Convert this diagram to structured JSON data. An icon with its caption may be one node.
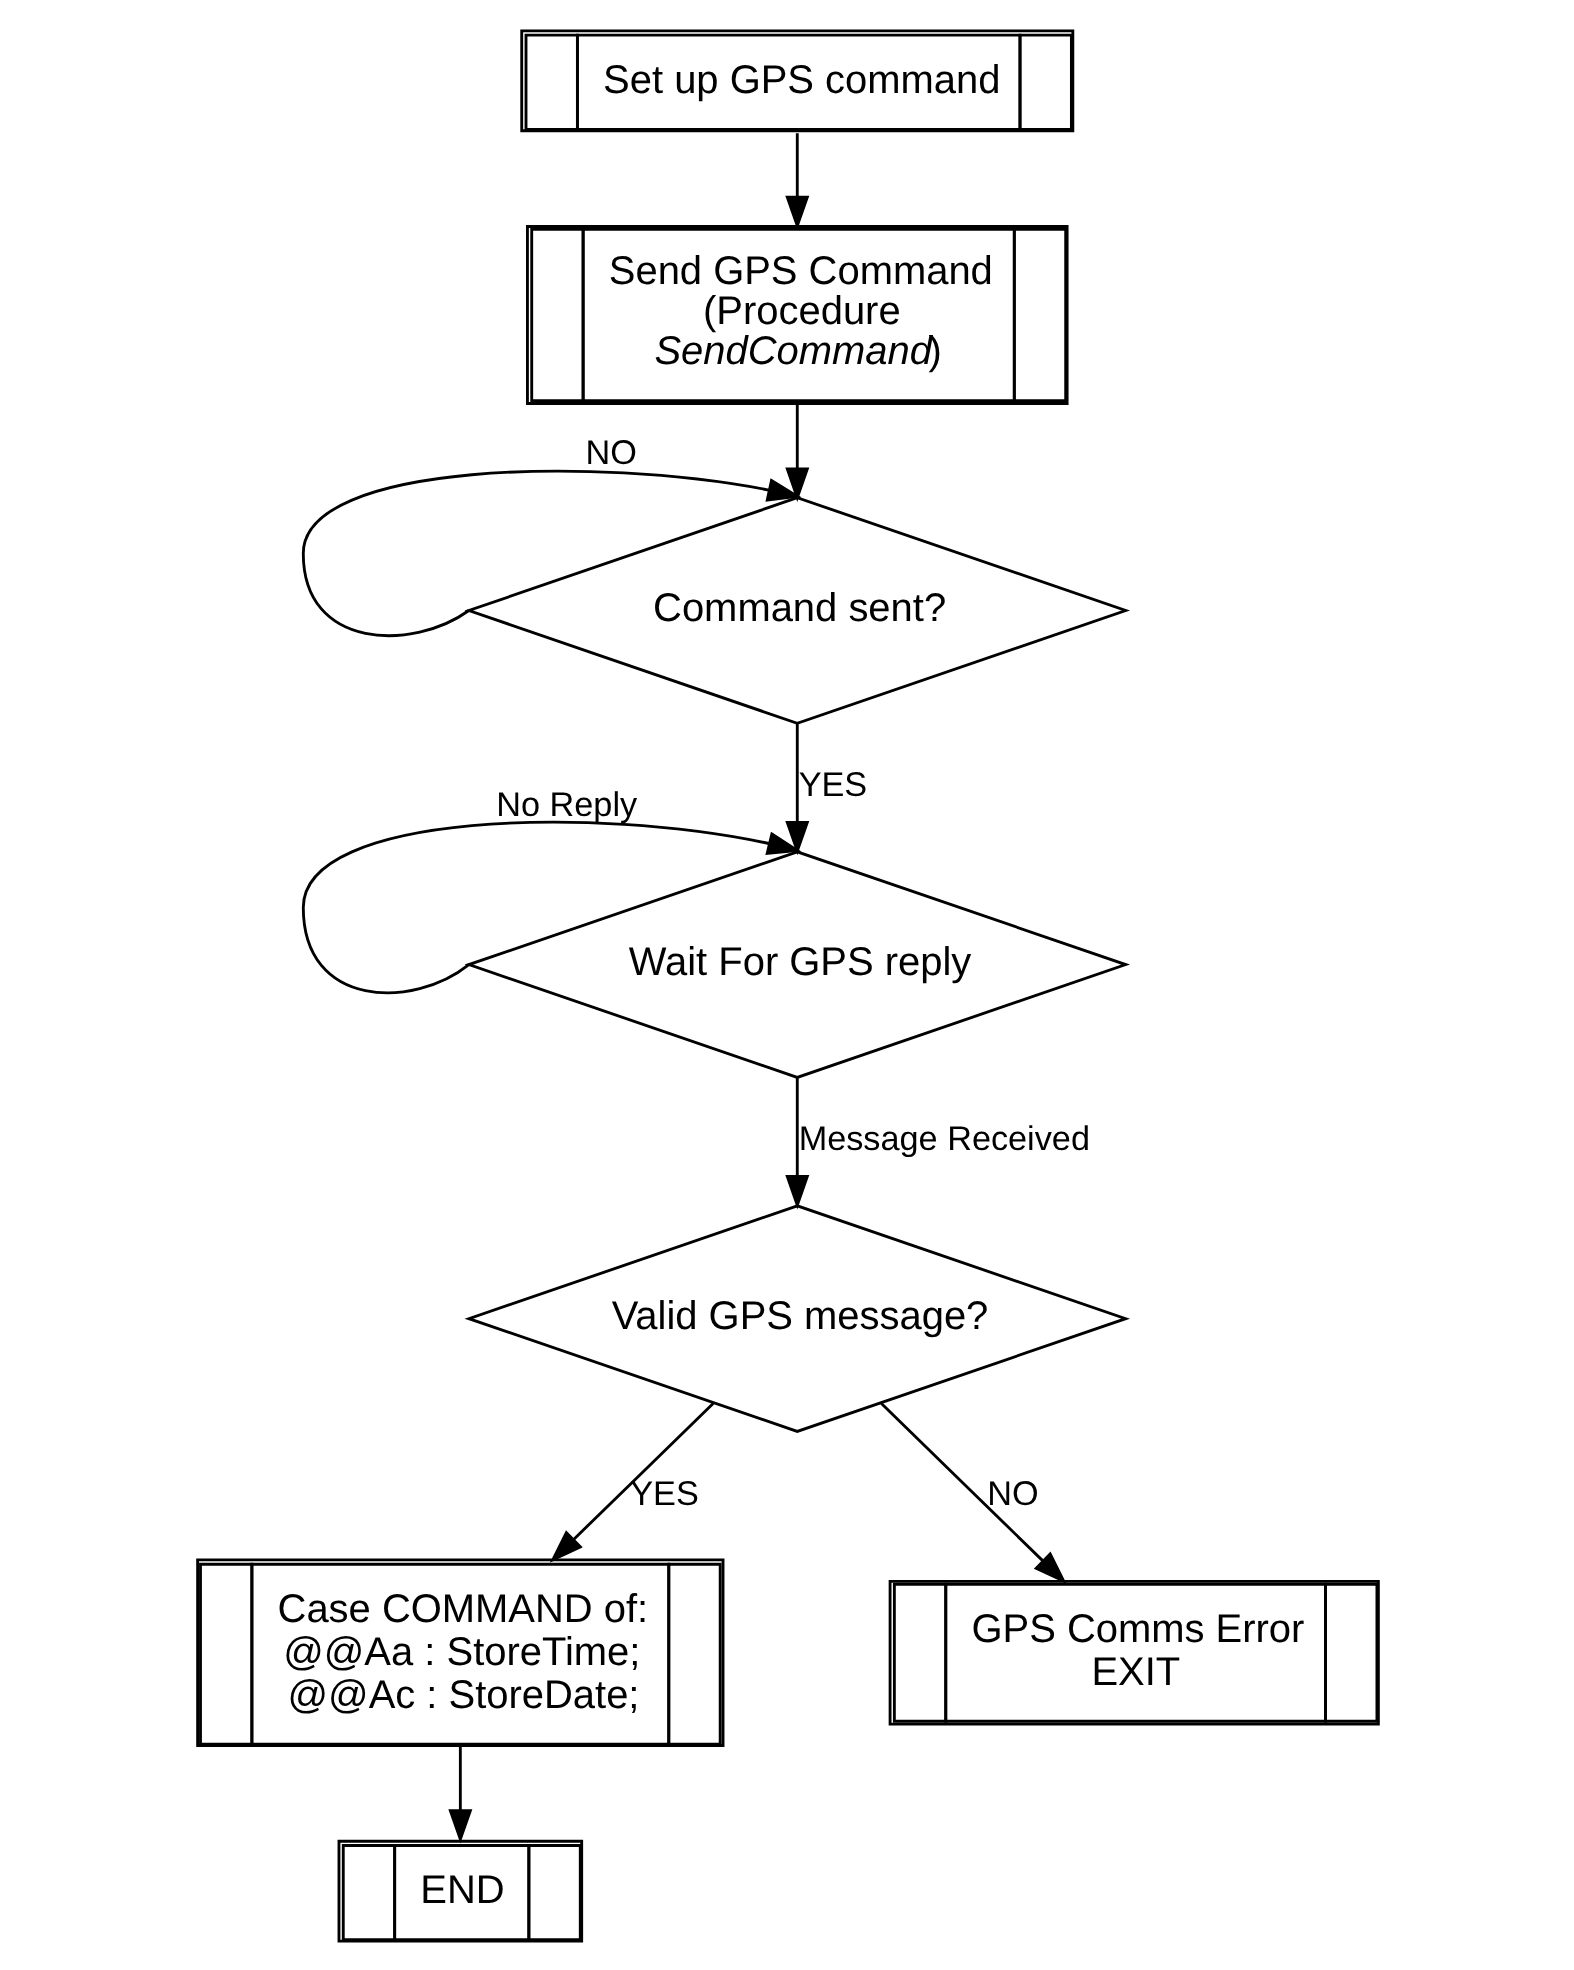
{
  "diagram": {
    "nodes": [
      {
        "text": [
          "Set up GPS command"
        ]
      },
      {
        "text": [
          "Send GPS Command (Procedure *SendCommand*)"
        ]
      },
      {
        "text": [
          "Command sent?"
        ]
      },
      {
        "text": [
          "Wait For GPS reply"
        ]
      },
      {
        "text": [
          "Valid GPS message?"
        ]
      },
      {
        "text": [
          "Case COMMAND of: @@Aa : StoreTime; @@Ac : StoreDate;"
        ]
      },
      {
        "text": [
          "GPS Comms Error EXIT"
        ]
      },
      {
        "text": [
          "END"
        ]
      }
    ],
    "edges": [
      {
        "from": 0,
        "to": 1,
        "arrow": "to"
      },
      {
        "from": 1,
        "to": 2,
        "arrow": "to"
      },
      {
        "from": 2,
        "to": 2,
        "arrow": "to",
        "label": "NO"
      },
      {
        "from": 2,
        "to": 3,
        "arrow": "to",
        "label": "YES"
      },
      {
        "from": 3,
        "to": 3,
        "arrow": "to",
        "label": "No Reply"
      },
      {
        "from": 3,
        "to": 4,
        "arrow": "to",
        "label": "Message Received"
      },
      {
        "from": 4,
        "to": 5,
        "arrow": "to",
        "label": "YES"
      },
      {
        "from": 4,
        "to": 6,
        "arrow": "to",
        "label": "NO"
      },
      {
        "from": 5,
        "to": 7,
        "arrow": "to"
      }
    ]
  }
}
